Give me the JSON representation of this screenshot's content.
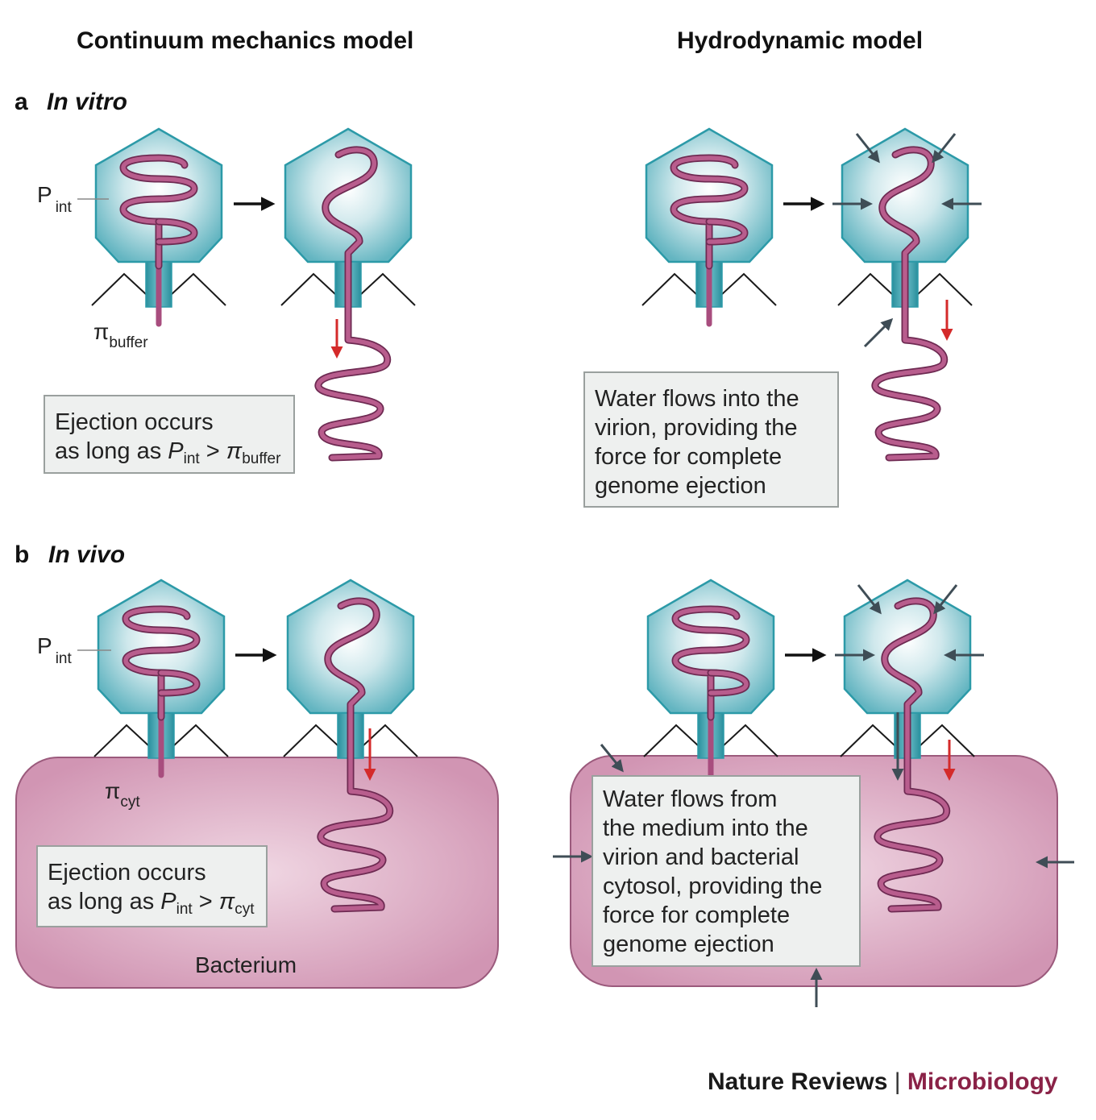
{
  "headings": {
    "left": "Continuum mechanics model",
    "right": "Hydrodynamic model"
  },
  "panels": {
    "a": {
      "letter": "a",
      "title": "In vitro"
    },
    "b": {
      "letter": "b",
      "title": "In vivo"
    }
  },
  "labels": {
    "p": "P",
    "int": "int",
    "pi": "π",
    "buffer": "buffer",
    "cyt": "cyt",
    "bacterium": "Bacterium"
  },
  "boxes": {
    "a_left": {
      "line1": "Ejection occurs",
      "line2_prefix": "as long as ",
      "p": "P",
      "int": "int",
      "gt": " > ",
      "pi": "π",
      "sub": "buffer"
    },
    "a_right": {
      "lines": [
        "Water flows into the",
        "virion, providing the",
        "force for complete",
        "genome ejection"
      ]
    },
    "b_left": {
      "line1": "Ejection occurs",
      "line2_prefix": "as long as ",
      "p": "P",
      "int": "int",
      "gt": " > ",
      "pi": "π",
      "sub": "cyt"
    },
    "b_right": {
      "lines": [
        "Water flows from",
        "the medium into the",
        "virion and bacterial",
        "cytosol, providing the",
        "force for complete",
        "genome ejection"
      ]
    }
  },
  "colors": {
    "capsid_edge": "#2c9aa8",
    "capsid_fill": "#7cc3cd",
    "dna": "#a84d7e",
    "bacterium": "#d49ab7",
    "red_arrow": "#d42a2a",
    "gray_arrow": "#3f4d56"
  },
  "footer": {
    "journal": "Nature Reviews",
    "separator": "|",
    "section": "Microbiology"
  }
}
